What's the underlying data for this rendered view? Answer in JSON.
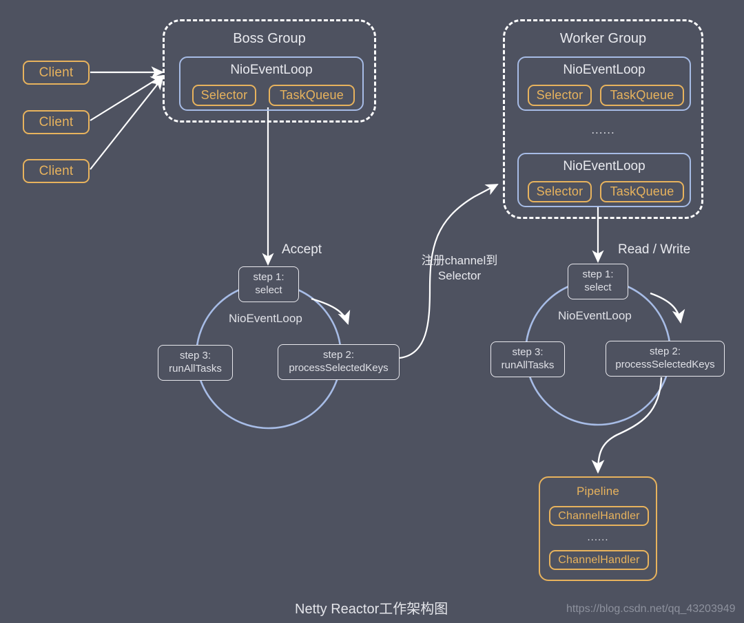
{
  "page": {
    "background_color": "#4e5260",
    "accent_orange": "#e8b35d",
    "accent_blue": "#a7bce6",
    "text_color": "#e9eaef",
    "caption": "Netty Reactor工作架构图",
    "watermark": "https://blog.csdn.net/qq_43203949"
  },
  "clients": [
    {
      "label": "Client"
    },
    {
      "label": "Client"
    },
    {
      "label": "Client"
    }
  ],
  "boss_group": {
    "title": "Boss Group",
    "event_loop": {
      "title": "NioEventLoop",
      "selector": "Selector",
      "task_queue": "TaskQueue"
    }
  },
  "worker_group": {
    "title": "Worker Group",
    "ellipsis": "......",
    "event_loops": [
      {
        "title": "NioEventLoop",
        "selector": "Selector",
        "task_queue": "TaskQueue"
      },
      {
        "title": "NioEventLoop",
        "selector": "Selector",
        "task_queue": "TaskQueue"
      }
    ]
  },
  "edges": {
    "accept": "Accept",
    "read_write": "Read / Write",
    "register_channel": "注册channel到\nSelector"
  },
  "boss_cycle": {
    "center_label": "NioEventLoop",
    "steps": [
      {
        "line1": "step 1:",
        "line2": "select"
      },
      {
        "line1": "step 2:",
        "line2": "processSelectedKeys"
      },
      {
        "line1": "step 3:",
        "line2": "runAllTasks"
      }
    ]
  },
  "worker_cycle": {
    "center_label": "NioEventLoop",
    "steps": [
      {
        "line1": "step 1:",
        "line2": "select"
      },
      {
        "line1": "step 2:",
        "line2": "processSelectedKeys"
      },
      {
        "line1": "step 3:",
        "line2": "runAllTasks"
      }
    ]
  },
  "pipeline": {
    "title": "Pipeline",
    "ellipsis": "......",
    "handlers": [
      {
        "label": "ChannelHandler"
      },
      {
        "label": "ChannelHandler"
      }
    ]
  }
}
